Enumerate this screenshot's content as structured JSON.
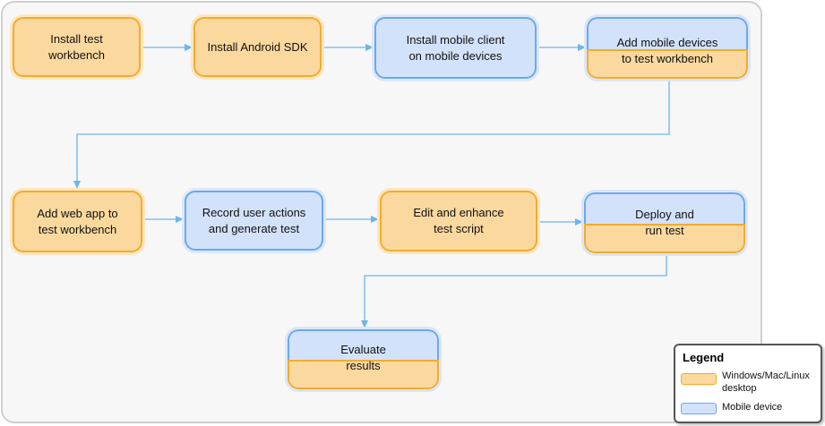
{
  "steps": {
    "install_workbench": "Install test\nworkbench",
    "install_sdk": "Install Android SDK",
    "install_mobile_client": "Install mobile client\non mobile devices",
    "add_mobile_devices": "Add mobile devices\nto test workbench",
    "add_web_app": "Add web app to\ntest workbench",
    "record_actions": "Record user actions\nand generate test",
    "edit_script": "Edit and enhance\ntest script",
    "deploy_run": "Deploy and\nrun test",
    "evaluate": "Evaluate\nresults"
  },
  "legend": {
    "title": "Legend",
    "desktop_label": "Windows/Mac/Linux\ndesktop",
    "mobile_label": "Mobile device"
  },
  "colors": {
    "desktop_fill": "#fbd89e",
    "desktop_border": "#f2ac2e",
    "mobile_fill": "#d3e2fb",
    "mobile_border": "#6aa8ef",
    "arrow": "#6cb6ee"
  }
}
